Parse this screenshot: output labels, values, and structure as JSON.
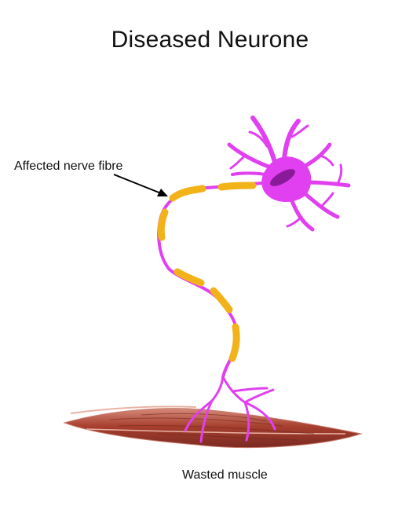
{
  "title": "Diseased Neurone",
  "labels": {
    "affected_nerve_fibre": "Affected nerve fibre",
    "wasted_muscle": "Wasted muscle"
  },
  "colors": {
    "neuron": "#e040f0",
    "nucleus": "#8b1a9a",
    "damaged_myelin": "#f2b21a",
    "muscle": "#b04a3e",
    "muscle_highlight": "#e6a08f",
    "arrow": "#000000"
  }
}
